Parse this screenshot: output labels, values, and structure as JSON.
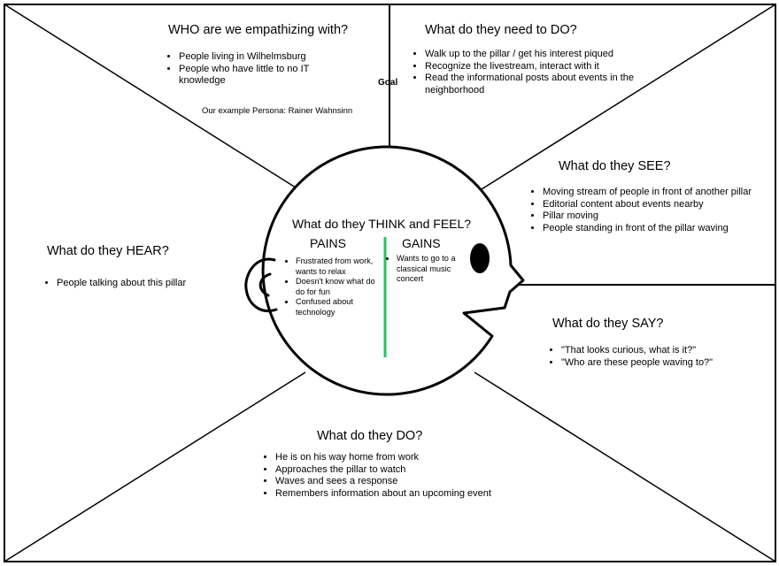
{
  "colors": {
    "line": "#000000",
    "divider": "#22c55e",
    "background": "#ffffff"
  },
  "who": {
    "title": "WHO are we empathizing with?",
    "items": [
      "People living in Wilhelmsburg",
      "People who have little to no IT knowledge"
    ],
    "note": "Our example Persona: Rainer Wahnsinn"
  },
  "goal_label": "Goal",
  "do_need": {
    "title": "What do they need to DO?",
    "items": [
      "Walk up to the pillar / get his interest piqued",
      "Recognize the livestream, interact with it",
      "Read the informational posts about events in the neighborhood"
    ]
  },
  "see": {
    "title": "What do they SEE?",
    "items": [
      "Moving stream of people in front of another pillar",
      "Editorial content about events nearby",
      "Pillar moving",
      "People standing in front of the pillar waving"
    ]
  },
  "hear": {
    "title": "What do they HEAR?",
    "items": [
      "People talking about this pillar"
    ]
  },
  "say": {
    "title": "What do they SAY?",
    "items": [
      "\"That looks curious, what is it?\"",
      "\"Who are these people waving to?\""
    ]
  },
  "do": {
    "title": "What do they DO?",
    "items": [
      "He is on his way home from work",
      "Approaches the pillar to watch",
      "Waves and sees a response",
      "Remembers information about an upcoming event"
    ]
  },
  "think_feel": {
    "title": "What do they THINK and FEEL?",
    "pains": {
      "label": "PAINS",
      "items": [
        "Frustrated from work, wants to relax",
        "Doesn't know what do do for fun",
        "Confused about technology"
      ]
    },
    "gains": {
      "label": "GAINS",
      "items": [
        "Wants to go to a classical music concert"
      ]
    }
  }
}
